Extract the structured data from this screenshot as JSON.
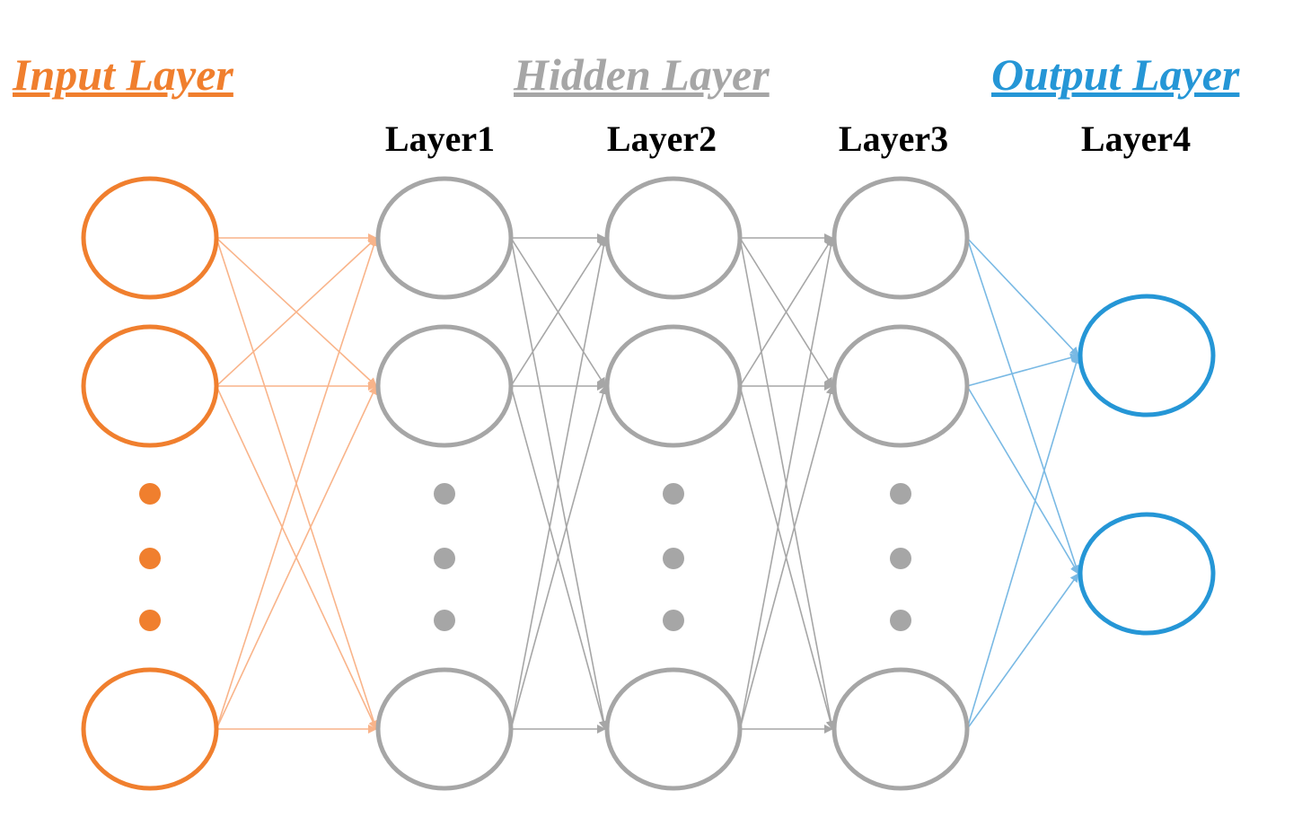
{
  "colors": {
    "input": "#f07f2e",
    "input_edge": "#f9b48a",
    "hidden": "#a6a6a6",
    "hidden_edge": "#a6a6a6",
    "output": "#2596d6",
    "output_edge": "#79b9e4",
    "label": "#000000"
  },
  "titles": {
    "input": "Input Layer",
    "hidden": "Hidden Layer",
    "output": "Output Layer"
  },
  "layers": [
    {
      "label": "",
      "group": "input",
      "nodes": 3,
      "ellipsis": true
    },
    {
      "label": "Layer1",
      "group": "hidden",
      "nodes": 3,
      "ellipsis": true
    },
    {
      "label": "Layer2",
      "group": "hidden",
      "nodes": 3,
      "ellipsis": true
    },
    {
      "label": "Layer3",
      "group": "hidden",
      "nodes": 3,
      "ellipsis": true
    },
    {
      "label": "Layer4",
      "group": "output",
      "nodes": 2,
      "ellipsis": false
    }
  ]
}
